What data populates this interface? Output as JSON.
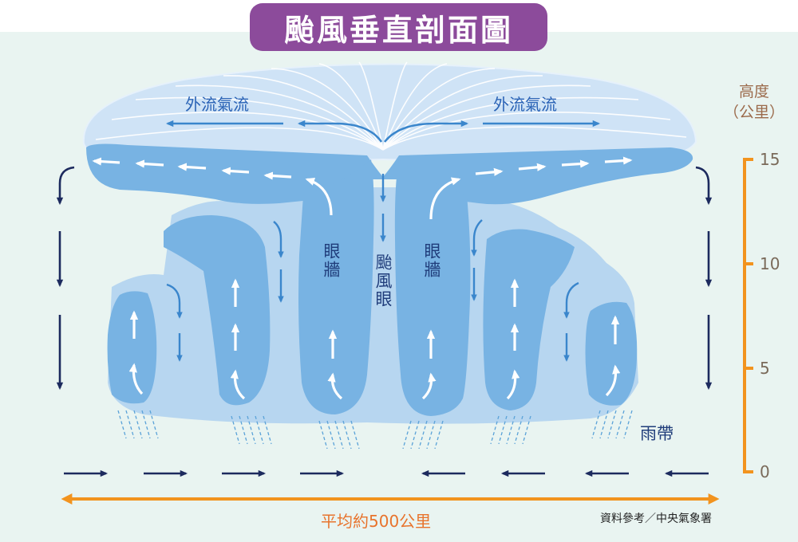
{
  "title": "颱風垂直剖面圖",
  "labels": {
    "outflow_left": "外流氣流",
    "outflow_right": "外流氣流",
    "eyewall_left": "眼牆",
    "eyewall_right": "眼牆",
    "eye": "颱風眼",
    "rainband": "雨帶"
  },
  "axis": {
    "title_line1": "高度",
    "title_line2": "（公里）",
    "ticks": [
      "15",
      "10",
      "5",
      "0"
    ]
  },
  "distance_label": "平均約500公里",
  "source": "資料參考／中央氣象署",
  "colors": {
    "title_bg": "#8c4b9b",
    "canopy": "#cfe3f6",
    "cloud_light": "#b7d6f0",
    "cloud_dark": "#78b3e3",
    "arrow_blue": "#3a86cc",
    "arrow_navy": "#1c2a5e",
    "axis_orange": "#f2931e",
    "background": "#e9f4f1"
  }
}
